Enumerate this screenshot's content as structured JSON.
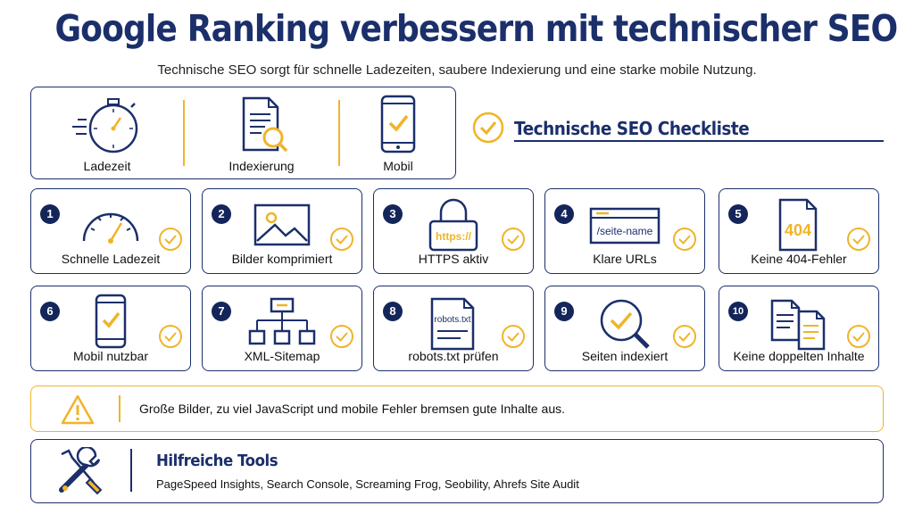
{
  "title": "Google Ranking verbessern mit technischer SEO",
  "subtitle": "Technische SEO sorgt für schnelle Ladezeiten, saubere Indexierung und eine starke mobile Nutzung.",
  "overview": {
    "items": [
      {
        "label": "Ladezeit",
        "icon": "stopwatch-icon"
      },
      {
        "label": "Indexierung",
        "icon": "document-search-icon"
      },
      {
        "label": "Mobil",
        "icon": "smartphone-check-icon"
      }
    ]
  },
  "checklist": {
    "title": "Technische SEO Checkliste",
    "items": [
      {
        "num": "1",
        "label": "Schnelle Ladezeit",
        "icon": "speedometer-icon"
      },
      {
        "num": "2",
        "label": "Bilder komprimiert",
        "icon": "image-icon"
      },
      {
        "num": "3",
        "label": "HTTPS aktiv",
        "icon": "lock-icon",
        "icon_text": "https://"
      },
      {
        "num": "4",
        "label": "Klare URLs",
        "icon": "url-bar-icon",
        "icon_text": "/seite-name"
      },
      {
        "num": "5",
        "label": "Keine 404-Fehler",
        "icon": "error-404-icon",
        "icon_text": "404"
      },
      {
        "num": "6",
        "label": "Mobil nutzbar",
        "icon": "smartphone-check-icon"
      },
      {
        "num": "7",
        "label": "XML-Sitemap",
        "icon": "sitemap-icon"
      },
      {
        "num": "8",
        "label": "robots.txt prüfen",
        "icon": "robots-file-icon",
        "icon_text": "robots.txt"
      },
      {
        "num": "9",
        "label": "Seiten indexiert",
        "icon": "magnifier-check-icon"
      },
      {
        "num": "10",
        "label": "Keine doppelten Inhalte",
        "icon": "duplicate-docs-icon"
      }
    ]
  },
  "warning": {
    "text": "Große Bilder, zu viel JavaScript und mobile Fehler bremsen gute Inhalte aus.",
    "icon": "warning-triangle-icon"
  },
  "tools": {
    "title": "Hilfreiche Tools",
    "list": "PageSpeed Insights, Search Console, Screaming Frog, Seobility, Ahrefs Site Audit",
    "icon": "tools-icon"
  },
  "colors": {
    "navy": "#1b2f6b",
    "accent": "#f0b429"
  }
}
